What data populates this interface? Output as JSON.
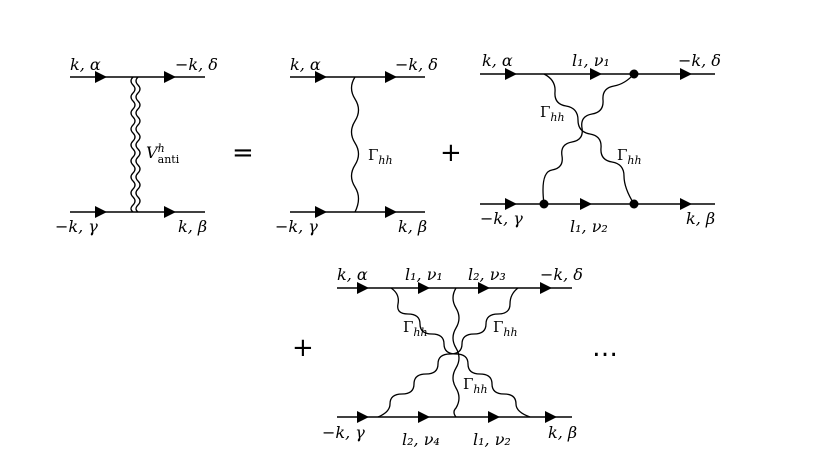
{
  "labels": {
    "k_alpha": "k, α",
    "mk_delta": "−k, δ",
    "mk_gamma": "−k, γ",
    "k_beta": "k, β",
    "l1_nu1": "l₁, ν₁",
    "l1_nu2": "l₁, ν₂",
    "l2_nu3": "l₂, ν₃",
    "l2_nu4": "l₂, ν₄",
    "gamma_main": "Γ",
    "gamma_sub": "hh",
    "vanti_main": "V",
    "vanti_sup": "h",
    "vanti_sub": "anti"
  },
  "operators": {
    "equals": "=",
    "plus": "+",
    "ellipsis": "…"
  }
}
